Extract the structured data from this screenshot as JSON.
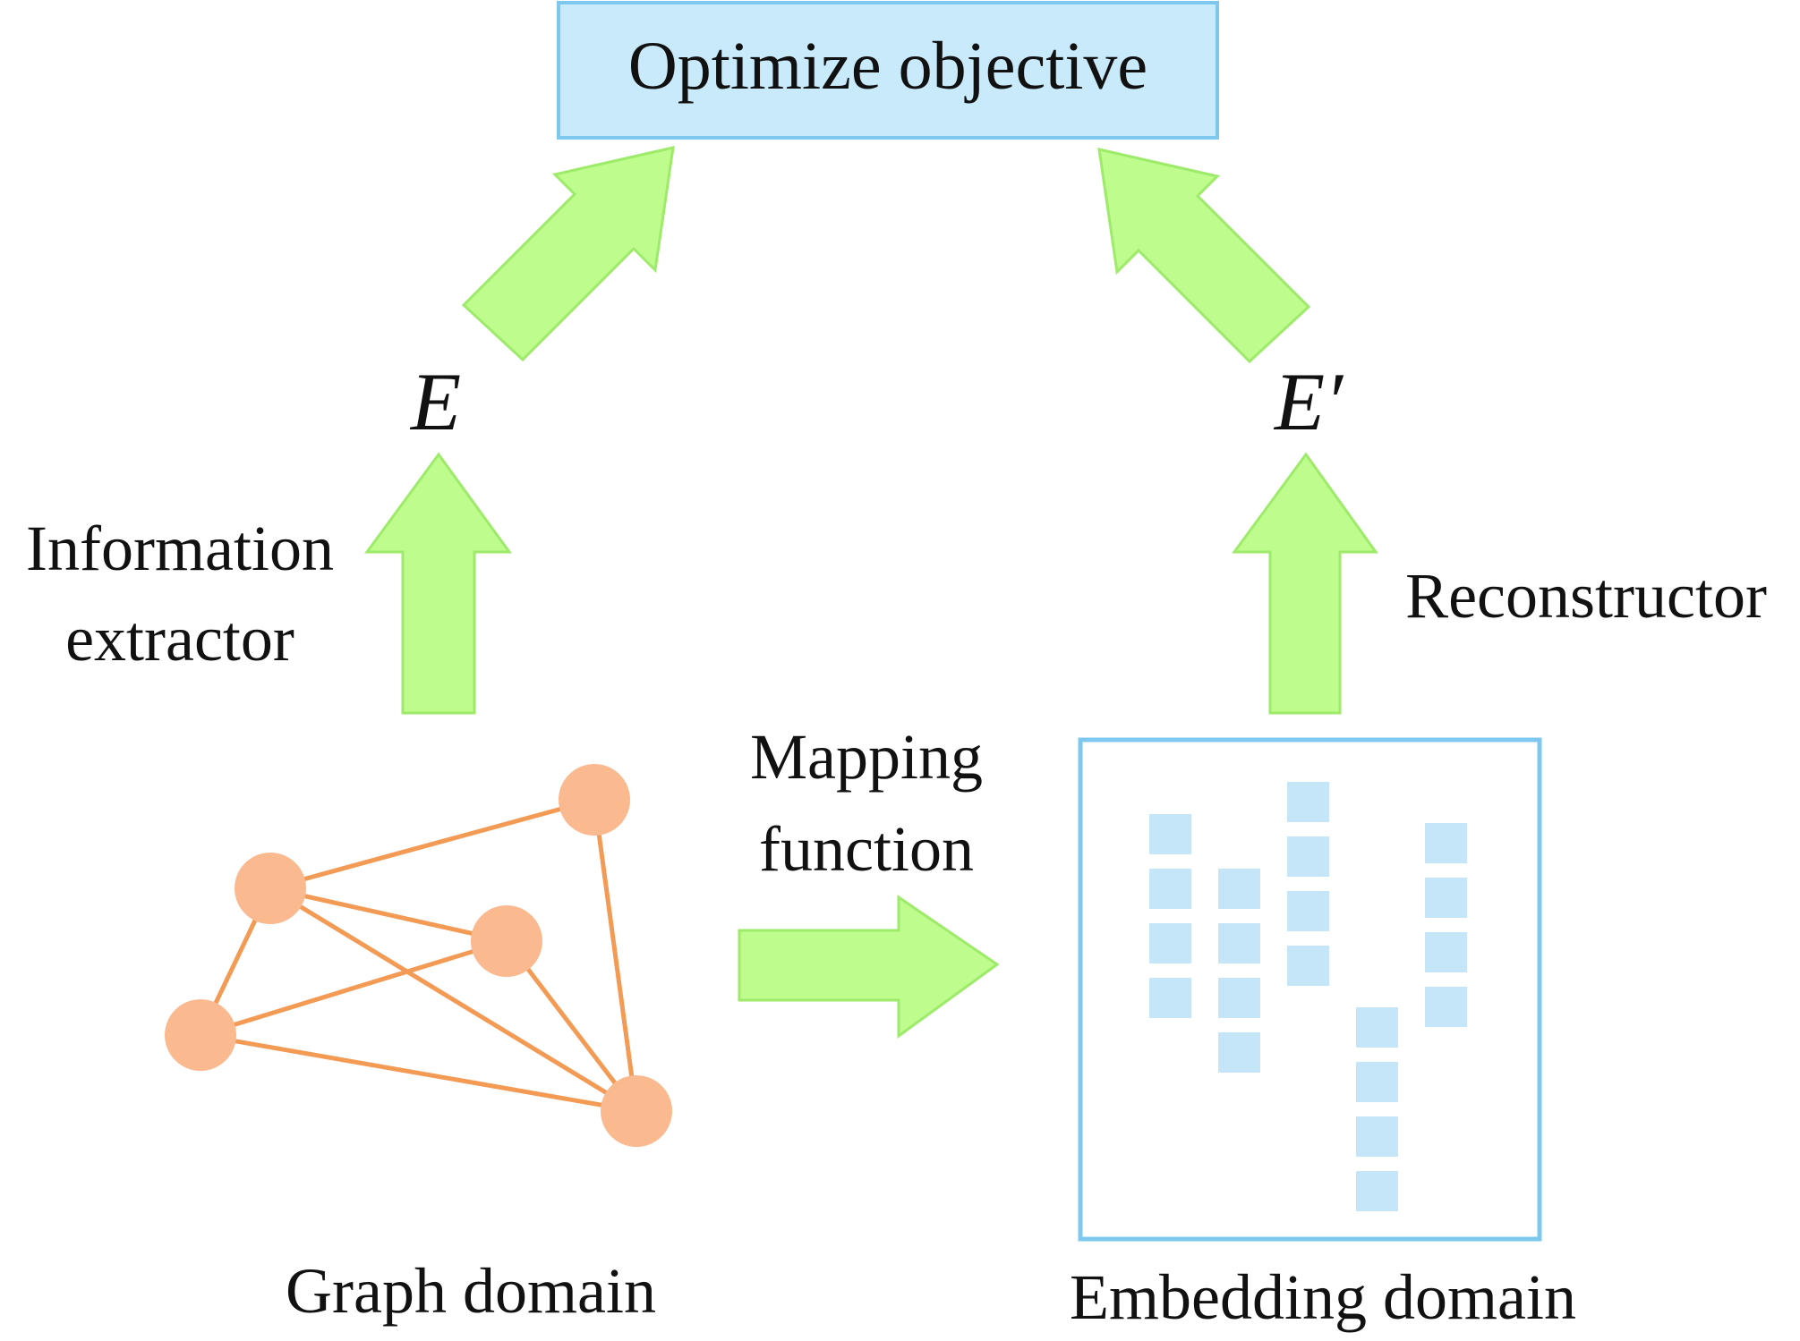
{
  "objective": {
    "label": "Optimize objective"
  },
  "left": {
    "symbol": "E",
    "extractor_line1": "Information",
    "extractor_line2": "extractor",
    "domain_label": "Graph domain"
  },
  "right": {
    "symbol": "E′",
    "reconstructor": "Reconstructor",
    "domain_label": "Embedding domain"
  },
  "mapping": {
    "line1": "Mapping",
    "line2": "function"
  },
  "colors": {
    "objective_fill": "#c8eafb",
    "objective_border": "#7ec8f0",
    "arrow_fill": "#bdfc8d",
    "arrow_stroke": "#9eea6a",
    "node_fill": "#fbb98f",
    "edge": "#f39a55",
    "embedding_box_border": "#7ec8f0",
    "embedding_block": "#c5e6f8"
  },
  "icons": [
    "up-arrow",
    "diagonal-arrow",
    "right-arrow",
    "graph-node",
    "embedding-block"
  ]
}
